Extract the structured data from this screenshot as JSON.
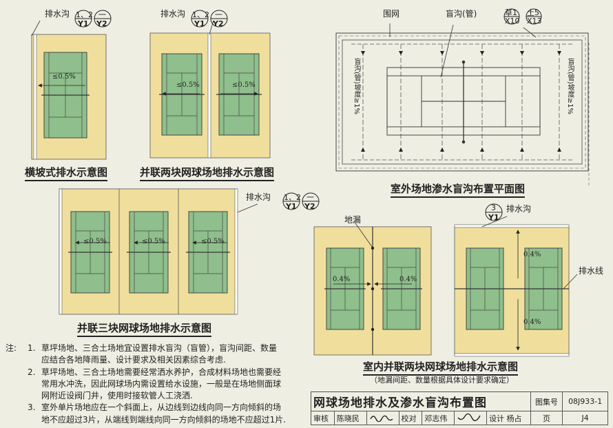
{
  "labels": {
    "drain_ditch": "排水沟",
    "ref_12": "1、2",
    "ref_y1": "Y1",
    "ref_dash": "一",
    "ref_y2": "Y2",
    "ref_3": "3",
    "fence": "围网",
    "blind_ditch": "盲沟(管)",
    "ref_cao": "草1",
    "ref_x10": "X10",
    "ref_tu": "土5",
    "ref_x13": "X13",
    "blind_slope": "盲沟(管)坡度≥1%",
    "floor_drain": "地漏",
    "drain_line": "排水线",
    "slope_05": "≤0.5%",
    "slope_04": "0.4%"
  },
  "captions": {
    "fig1": "横坡式排水示意图",
    "fig2": "并联两块网球场地排水示意图",
    "fig3": "室外场地渗水盲沟布置平面图",
    "fig4": "并联三块网球场地排水示意图",
    "fig5": "室内并联两块网球场地排水示意图",
    "fig5_sub": "（地漏间距、数量根据具体设计要求确定）"
  },
  "notes": {
    "title": "注:",
    "items": [
      {
        "num": "1.",
        "lines": [
          "草坪场地、三合土场地宜设置排水盲沟（盲管），盲沟间距、数量",
          "应结合各地降雨量、设计要求及相关因素综合考虑."
        ]
      },
      {
        "num": "2.",
        "lines": [
          "草坪场地、三合土场地需要经常洒水养护，合成材料场地也需要经",
          "常用水冲洗，因此网球场内需设置给水设施，一般是在场地侧面球",
          "网附近设阀门井，使用时接软管人工浇洒."
        ]
      },
      {
        "num": "3.",
        "lines": [
          "室外单片场地应在一个斜面上，从边线到边线向同一方向倾斜的场",
          "地不应超过3片，从端线到端线向同一方向倾斜的场地不应超过1片."
        ]
      }
    ]
  },
  "title_block": {
    "title": "网球场地排水及渗水盲沟布置图",
    "atlas_label": "图集号",
    "atlas_no": "08J933-1",
    "review_label": "审核",
    "reviewer": "陈晓民",
    "check_label": "校对",
    "checker": "邓志伟",
    "design_label": "设计",
    "designer": "杨占",
    "page_label": "页",
    "page_no": "J4"
  },
  "colors": {
    "sand": "#f0df9c",
    "court": "#8fbf8c",
    "line": "#333333"
  }
}
